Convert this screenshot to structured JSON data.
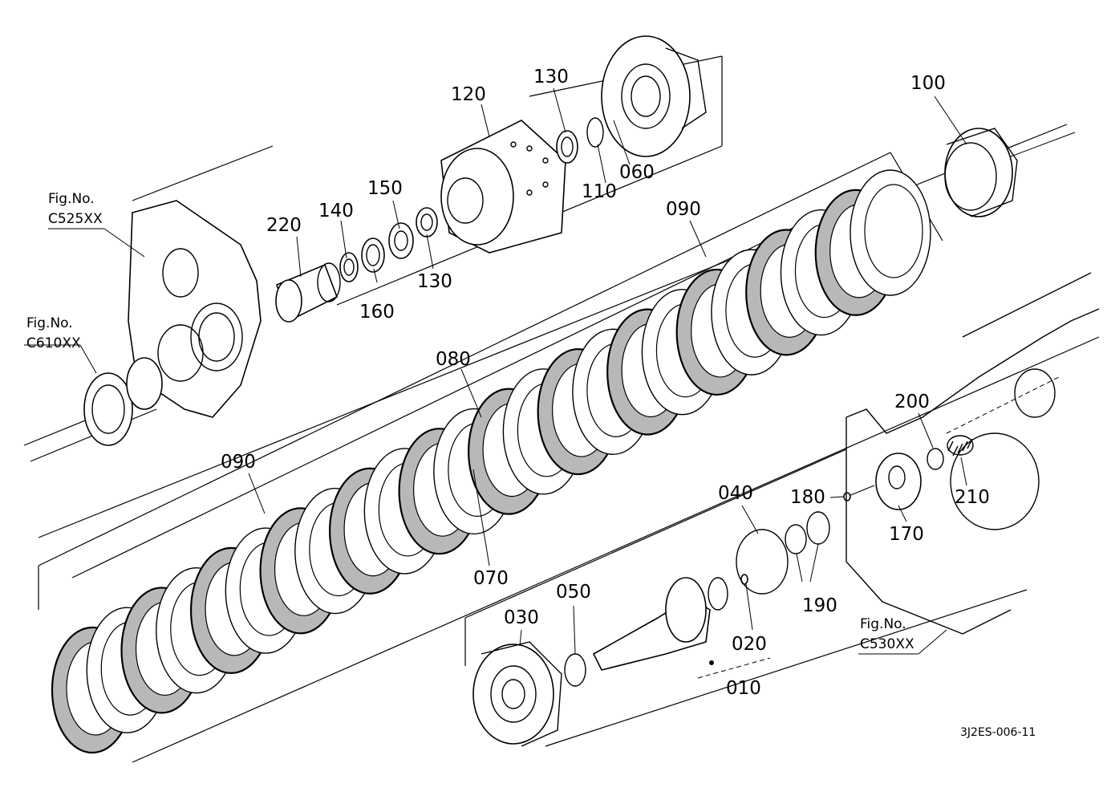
{
  "labels": {
    "p220": "220",
    "p140": "140",
    "p150": "150",
    "p160": "160",
    "p130a": "130",
    "p120": "120",
    "p130b": "130",
    "p110": "110",
    "p060": "060",
    "p100": "100",
    "p090a": "090",
    "p080": "080",
    "p090b": "090",
    "p070": "070",
    "p040": "040",
    "p050": "050",
    "p030": "030",
    "p020": "020",
    "p010": "010",
    "p180": "180",
    "p190": "190",
    "p200": "200",
    "p210": "210",
    "p170": "170"
  },
  "references": {
    "c525_prefix": "Fig.No.",
    "c525_code": "C525XX",
    "c610_prefix": "Fig.No.",
    "c610_code": "C610XX",
    "c530_prefix": "Fig.No.",
    "c530_code": "C530XX"
  },
  "drawing_code": "3J2ES-006-11"
}
